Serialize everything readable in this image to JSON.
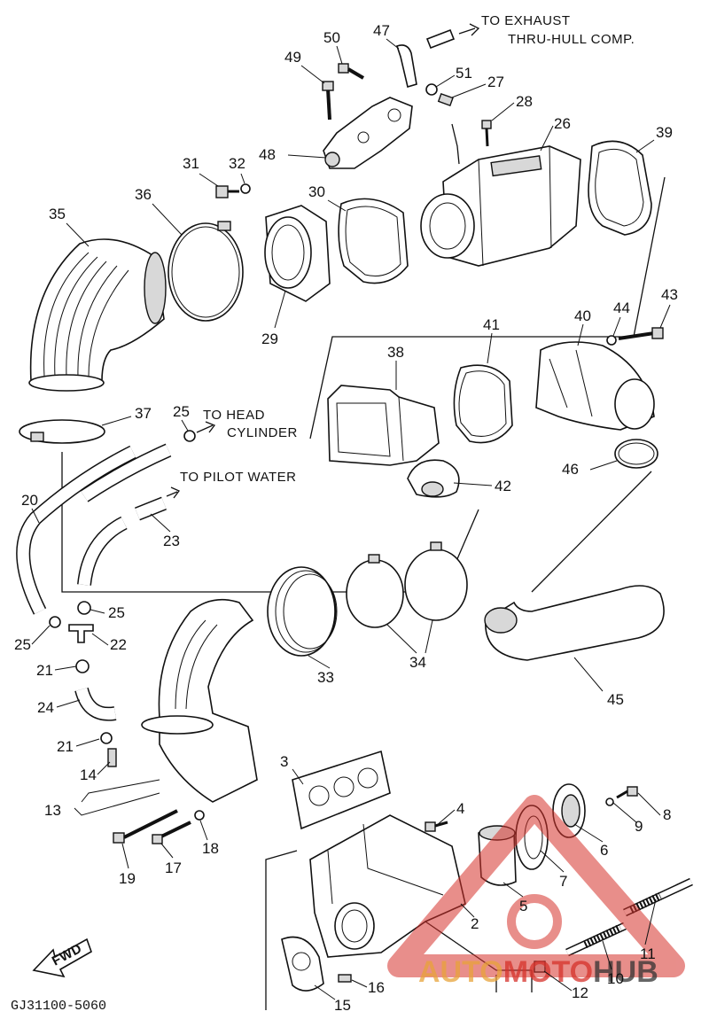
{
  "notes": {
    "exhaust_line1": "TO EXHAUST",
    "exhaust_line2": "THRU-HULL COMP.",
    "head_line1": "TO HEAD",
    "head_line2": "CYLINDER",
    "pilot": "TO PILOT WATER",
    "diagram_code": "GJ31100-5060",
    "fwd": "FWD"
  },
  "watermark": {
    "part1": "AUTO",
    "part2": "MOTO",
    "part3": "HUB",
    "accent_color": "#e8a33a",
    "brand_color": "#d6322b",
    "dark_color": "#333333"
  },
  "callouts": [
    {
      "id": "c50",
      "n": "50"
    },
    {
      "id": "c47",
      "n": "47"
    },
    {
      "id": "c49",
      "n": "49"
    },
    {
      "id": "c51",
      "n": "51"
    },
    {
      "id": "c27",
      "n": "27"
    },
    {
      "id": "c28",
      "n": "28"
    },
    {
      "id": "c26",
      "n": "26"
    },
    {
      "id": "c39",
      "n": "39"
    },
    {
      "id": "c48",
      "n": "48"
    },
    {
      "id": "c31",
      "n": "31"
    },
    {
      "id": "c32",
      "n": "32"
    },
    {
      "id": "c36",
      "n": "36"
    },
    {
      "id": "c30",
      "n": "30"
    },
    {
      "id": "c35",
      "n": "35"
    },
    {
      "id": "c29",
      "n": "29"
    },
    {
      "id": "c43",
      "n": "43"
    },
    {
      "id": "c40",
      "n": "40"
    },
    {
      "id": "c44",
      "n": "44"
    },
    {
      "id": "c41",
      "n": "41"
    },
    {
      "id": "c38",
      "n": "38"
    },
    {
      "id": "c37",
      "n": "37"
    },
    {
      "id": "c25a",
      "n": "25"
    },
    {
      "id": "c42",
      "n": "42"
    },
    {
      "id": "c46",
      "n": "46"
    },
    {
      "id": "c20",
      "n": "20"
    },
    {
      "id": "c23",
      "n": "23"
    },
    {
      "id": "c25b",
      "n": "25"
    },
    {
      "id": "c25c",
      "n": "25"
    },
    {
      "id": "c22",
      "n": "22"
    },
    {
      "id": "c21a",
      "n": "21"
    },
    {
      "id": "c33",
      "n": "33"
    },
    {
      "id": "c34",
      "n": "34"
    },
    {
      "id": "c45",
      "n": "45"
    },
    {
      "id": "c24",
      "n": "24"
    },
    {
      "id": "c21b",
      "n": "21"
    },
    {
      "id": "c14",
      "n": "14"
    },
    {
      "id": "c3",
      "n": "3"
    },
    {
      "id": "c13",
      "n": "13"
    },
    {
      "id": "c4",
      "n": "4"
    },
    {
      "id": "c8",
      "n": "8"
    },
    {
      "id": "c9",
      "n": "9"
    },
    {
      "id": "c6",
      "n": "6"
    },
    {
      "id": "c19",
      "n": "19"
    },
    {
      "id": "c17",
      "n": "17"
    },
    {
      "id": "c18",
      "n": "18"
    },
    {
      "id": "c7",
      "n": "7"
    },
    {
      "id": "c5",
      "n": "5"
    },
    {
      "id": "c2",
      "n": "2"
    },
    {
      "id": "c11",
      "n": "11"
    },
    {
      "id": "c10",
      "n": "10"
    },
    {
      "id": "c12",
      "n": "12"
    },
    {
      "id": "c16",
      "n": "16"
    },
    {
      "id": "c15",
      "n": "15"
    }
  ]
}
